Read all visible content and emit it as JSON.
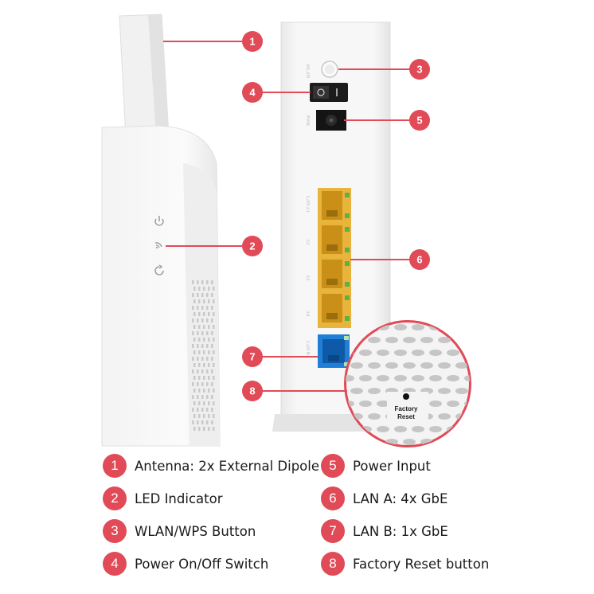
{
  "callouts": [
    {
      "number": "1",
      "label": "Antenna: 2x External Dipole"
    },
    {
      "number": "2",
      "label": "LED Indicator"
    },
    {
      "number": "3",
      "label": "WLAN/WPS Button"
    },
    {
      "number": "4",
      "label": "Power On/Off Switch"
    },
    {
      "number": "5",
      "label": "Power Input"
    },
    {
      "number": "6",
      "label": "LAN A: 4x GbE"
    },
    {
      "number": "7",
      "label": "LAN B: 1x GbE"
    },
    {
      "number": "8",
      "label": "Factory Reset button"
    }
  ],
  "zoom_inset": {
    "line1": "Factory",
    "line2": "Reset"
  },
  "colors": {
    "accent": "#e14a57",
    "lan_a_ports": "#e8b43c",
    "lan_b_port": "#1f7fd6",
    "port_leds": "#5fb04a"
  },
  "icons": [
    "power-icon",
    "wifi-icon",
    "wps-icon"
  ]
}
